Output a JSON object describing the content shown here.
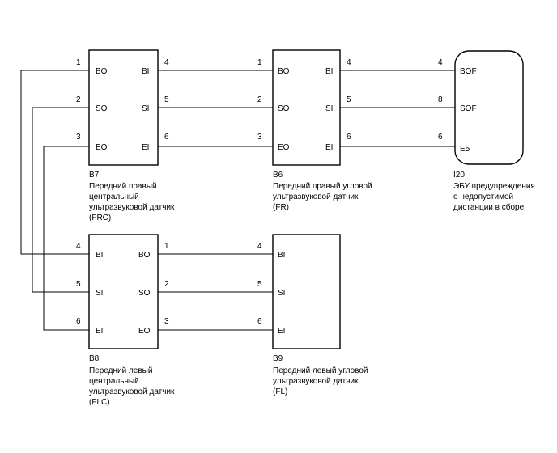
{
  "components": {
    "b7": {
      "terminals": {
        "bo": "BO",
        "so": "SO",
        "eo": "EO",
        "bi": "BI",
        "si": "SI",
        "ei": "EI"
      },
      "pins": {
        "bo": "1",
        "so": "2",
        "eo": "3",
        "bi": "4",
        "si": "5",
        "ei": "6"
      },
      "code": "B7",
      "name_line1": "Передний правый",
      "name_line2": "центральный",
      "name_line3": "ультразвуковой датчик",
      "abbr": "(FRC)"
    },
    "b6": {
      "terminals": {
        "bo": "BO",
        "so": "SO",
        "eo": "EO",
        "bi": "BI",
        "si": "SI",
        "ei": "EI"
      },
      "pins": {
        "bo": "1",
        "so": "2",
        "eo": "3",
        "bi": "4",
        "si": "5",
        "ei": "6"
      },
      "code": "B6",
      "name_line1": "Передний правый угловой",
      "name_line2": "ультразвуковой датчик",
      "abbr": "(FR)"
    },
    "i20": {
      "terminals": {
        "bof": "BOF",
        "sof": "SOF",
        "e5": "E5"
      },
      "pins": {
        "bof": "4",
        "sof": "8",
        "e5": "6"
      },
      "code": "I20",
      "name_line1": "ЭБУ предупреждения",
      "name_line2": "о недопустимой",
      "name_line3": "дистанции в сборе"
    },
    "b8": {
      "terminals": {
        "bi": "BI",
        "si": "SI",
        "ei": "EI",
        "bo": "BO",
        "so": "SO",
        "eo": "EO"
      },
      "pins": {
        "bi": "4",
        "si": "5",
        "ei": "6",
        "bo": "1",
        "so": "2",
        "eo": "3"
      },
      "code": "B8",
      "name_line1": "Передний левый",
      "name_line2": "центральный",
      "name_line3": "ультразвуковой датчик",
      "abbr": "(FLC)"
    },
    "b9": {
      "terminals": {
        "bi": "BI",
        "si": "SI",
        "ei": "EI"
      },
      "pins": {
        "bi": "4",
        "si": "5",
        "ei": "6"
      },
      "code": "B9",
      "name_line1": "Передний левый угловой",
      "name_line2": "ультразвуковой датчик",
      "abbr": "(FL)"
    }
  }
}
